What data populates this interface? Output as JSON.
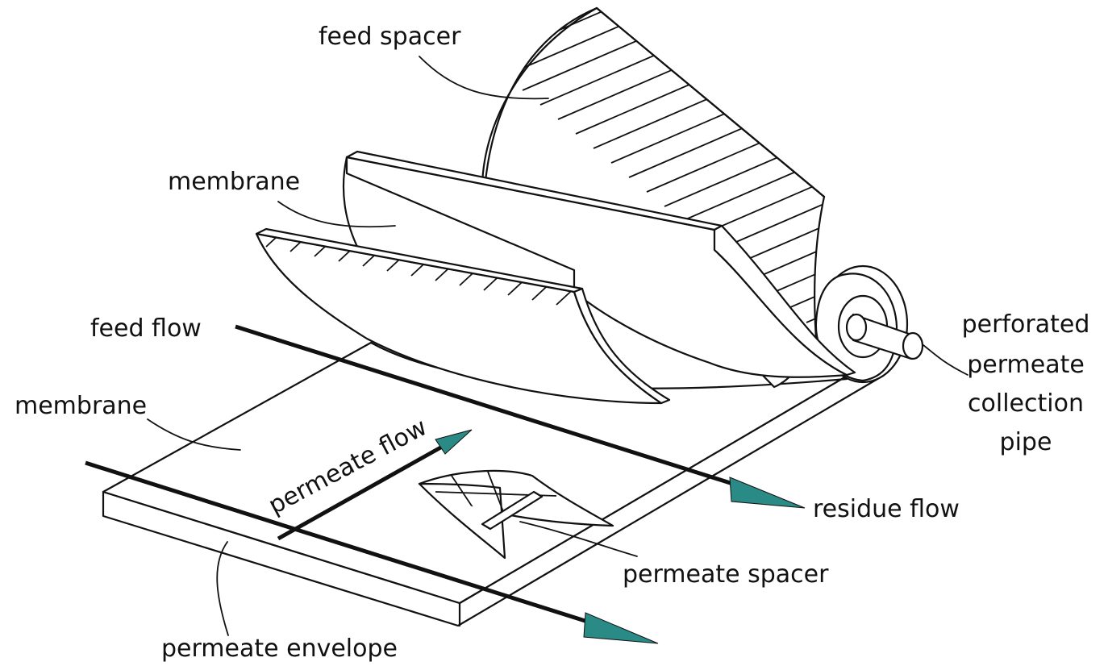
{
  "labels": {
    "feed_spacer": "feed spacer",
    "membrane_top": "membrane",
    "feed_flow": "feed flow",
    "membrane_bottom": "membrane",
    "permeate_flow": "permeate flow",
    "perforated_pipe": [
      "perforated",
      "permeate",
      "collection",
      "pipe"
    ],
    "residue_flow": "residue flow",
    "permeate_spacer": "permeate spacer",
    "permeate_envelope": "permeate envelope"
  },
  "colors": {
    "arrow_head": "#2a8a86",
    "line": "#111111",
    "background": "#ffffff"
  }
}
